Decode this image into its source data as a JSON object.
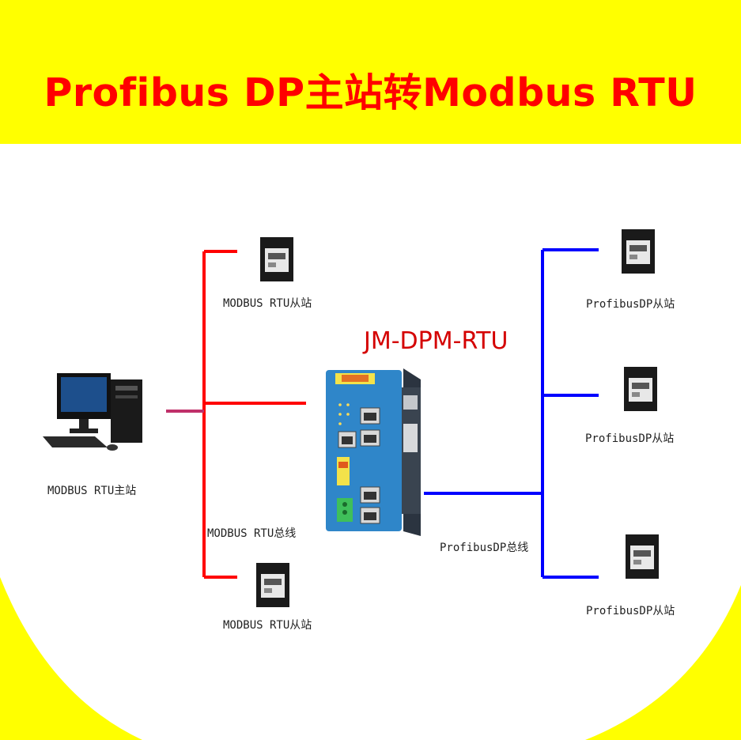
{
  "title": "Profibus DP主站转Modbus RTU",
  "colors": {
    "title_bg": "#ffff00",
    "title_text": "#ff0000",
    "modbus_bus": "#ff0000",
    "profibus_bus": "#0000ff",
    "model_text": "#d40000"
  },
  "gateway": {
    "model": "JM-DPM-RTU",
    "icon": "gateway-device-icon"
  },
  "master": {
    "label": "MODBUS RTU主站",
    "icon": "desktop-computer-icon"
  },
  "modbus_bus": {
    "label": "MODBUS RTU总线",
    "slaves": [
      {
        "label": "MODBUS RTU从站",
        "icon": "drive-device-icon"
      },
      {
        "label": "MODBUS RTU从站",
        "icon": "drive-device-icon"
      }
    ]
  },
  "profibus_bus": {
    "label": "ProfibusDP总线",
    "slaves": [
      {
        "label": "ProfibusDP从站",
        "icon": "drive-device-icon"
      },
      {
        "label": "ProfibusDP从站",
        "icon": "drive-device-icon"
      },
      {
        "label": "ProfibusDP从站",
        "icon": "drive-device-icon"
      }
    ]
  }
}
